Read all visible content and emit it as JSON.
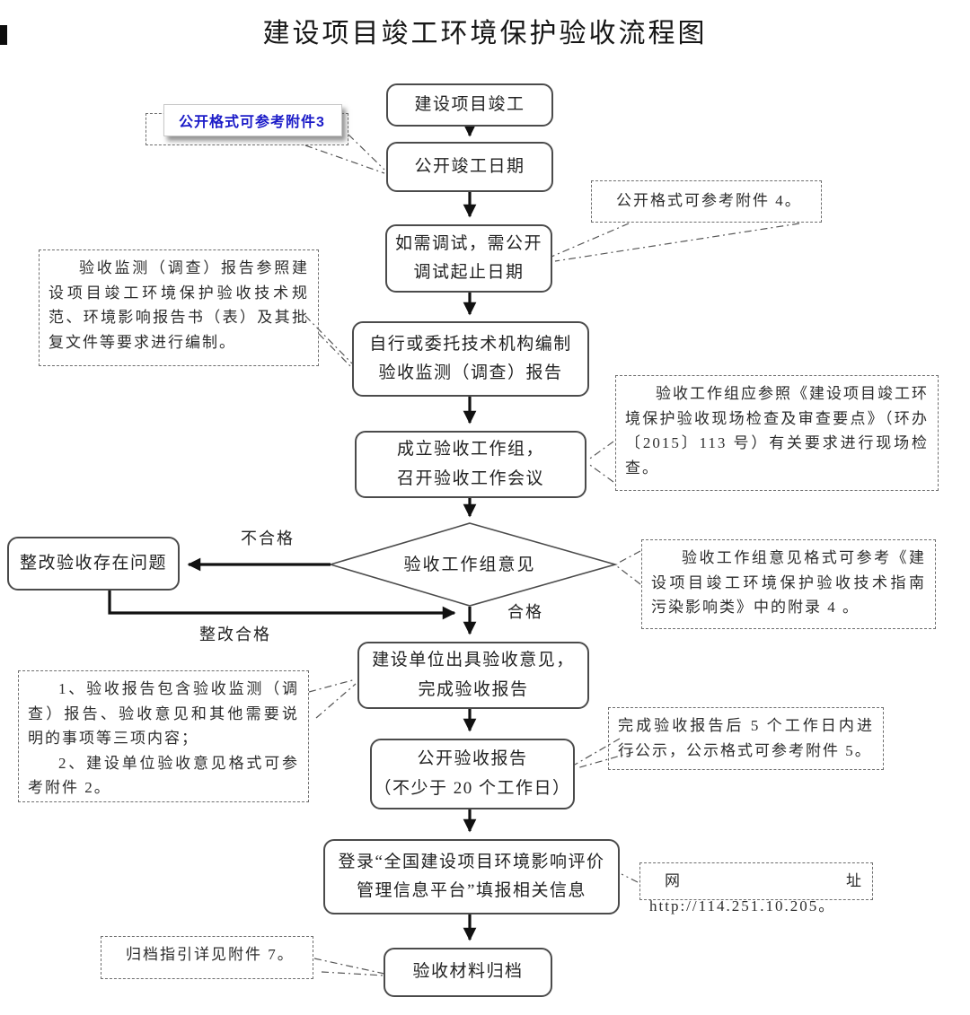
{
  "title": "建设项目竣工环境保护验收流程图",
  "colors": {
    "annotation_blue": "#1b1bc8",
    "line_black": "#111111",
    "box_border_gray": "#4b4b4b",
    "dash_border_gray": "#6e6e6e"
  },
  "nodes": {
    "start": {
      "line1": "建设项目竣工"
    },
    "publish_date": {
      "line1": "公开竣工日期"
    },
    "debug": {
      "line1": "如需调试，需公开",
      "line2": "调试起止日期"
    },
    "compile_report": {
      "line1": "自行或委托技术机构编制",
      "line2": "验收监测（调查）报告"
    },
    "workgroup": {
      "line1": "成立验收工作组，",
      "line2": "召开验收工作会议"
    },
    "decision": {
      "line1": "验收工作组意见"
    },
    "rectify": {
      "line1": "整改验收存在问题"
    },
    "issue_opinion": {
      "line1": "建设单位出具验收意见，",
      "line2": "完成验收报告"
    },
    "publish_report": {
      "line1": "公开验收报告",
      "line2": "（不少于 20 个工作日）"
    },
    "platform": {
      "line1": "登录“全国建设项目环境影响评价",
      "line2": "管理信息平台”填报相关信息"
    },
    "archive": {
      "line1": "验收材料归档"
    }
  },
  "edge_labels": {
    "fail": "不合格",
    "pass": "合格",
    "rectified": "整改合格"
  },
  "annotations": {
    "a1_blue": {
      "text": "公开格式可参考附件3"
    },
    "a2": {
      "text": "公开格式可参考附件 4。"
    },
    "a3": {
      "text": "验收监测（调查）报告参照建设项目竣工环境保护验收技术规范、环境影响报告书（表）及其批复文件等要求进行编制。"
    },
    "a4": {
      "text": "验收工作组应参照《建设项目竣工环境保护验收现场检查及审查要点》（环办〔2015〕113 号）有关要求进行现场检查。"
    },
    "a5": {
      "text": "验收工作组意见格式可参考《建设项目竣工环境保护验收技术指南 污染影响类》中的附录 4 。"
    },
    "a6": {
      "item1": "1、验收报告包含验收监测（调查）报告、验收意见和其他需要说明的事项等三项内容；",
      "item2": "2、建设单位验收意见格式可参考附件 2。"
    },
    "a7": {
      "text": "完成验收报告后 5 个工作日内进行公示，公示格式可参考附件 5。"
    },
    "a8": {
      "text": "网址 http://114.251.10.205。"
    },
    "a9": {
      "text": "归档指引详见附件 7。"
    }
  }
}
